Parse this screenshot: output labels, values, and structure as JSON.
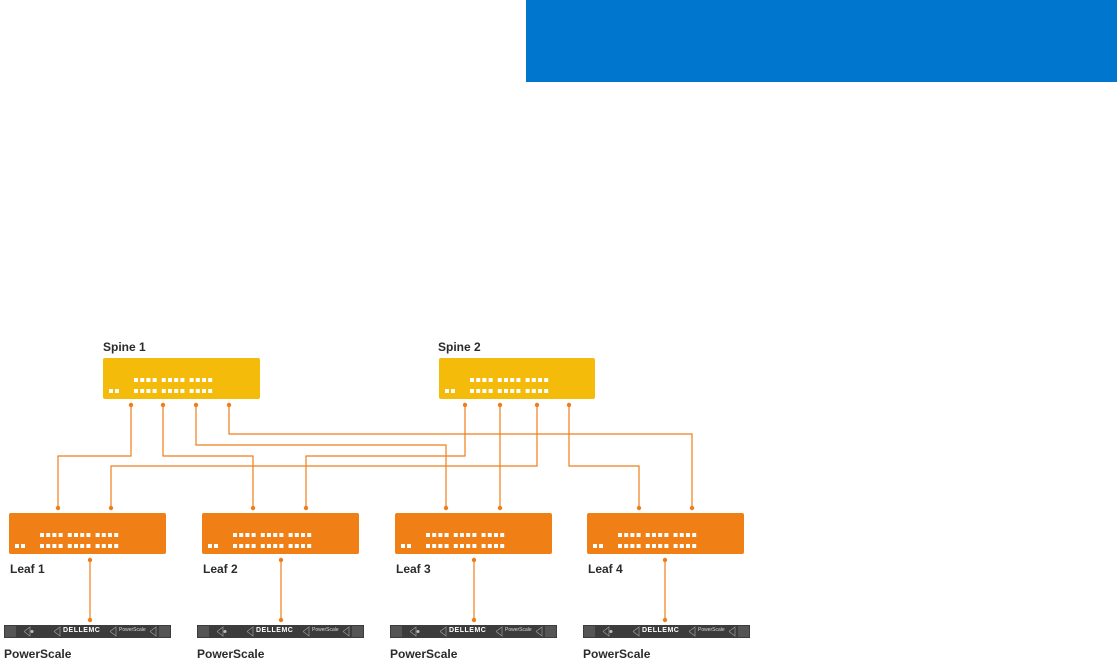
{
  "colors": {
    "banner": "#0076CE",
    "spine": "#F5BB0A",
    "leaf": "#F07F15",
    "link": "#EF7E1A",
    "node": "#3C3C3C"
  },
  "spines": [
    {
      "label": "Spine 1"
    },
    {
      "label": "Spine 2"
    }
  ],
  "leaves": [
    {
      "label": "Leaf 1"
    },
    {
      "label": "Leaf 2"
    },
    {
      "label": "Leaf 3"
    },
    {
      "label": "Leaf 4"
    }
  ],
  "nodes": [
    {
      "label": "PowerScale",
      "brand": "DELLEMC",
      "product": "PowerScale"
    },
    {
      "label": "PowerScale",
      "brand": "DELLEMC",
      "product": "PowerScale"
    },
    {
      "label": "PowerScale",
      "brand": "DELLEMC",
      "product": "PowerScale"
    },
    {
      "label": "PowerScale",
      "brand": "DELLEMC",
      "product": "PowerScale"
    }
  ],
  "links": [
    {
      "from": "Spine 1",
      "to": "Leaf 1"
    },
    {
      "from": "Spine 1",
      "to": "Leaf 2"
    },
    {
      "from": "Spine 1",
      "to": "Leaf 3"
    },
    {
      "from": "Spine 1",
      "to": "Leaf 4"
    },
    {
      "from": "Spine 2",
      "to": "Leaf 1"
    },
    {
      "from": "Spine 2",
      "to": "Leaf 2"
    },
    {
      "from": "Spine 2",
      "to": "Leaf 3"
    },
    {
      "from": "Spine 2",
      "to": "Leaf 4"
    },
    {
      "from": "Leaf 1",
      "to": "PowerScale"
    },
    {
      "from": "Leaf 2",
      "to": "PowerScale"
    },
    {
      "from": "Leaf 3",
      "to": "PowerScale"
    },
    {
      "from": "Leaf 4",
      "to": "PowerScale"
    }
  ]
}
